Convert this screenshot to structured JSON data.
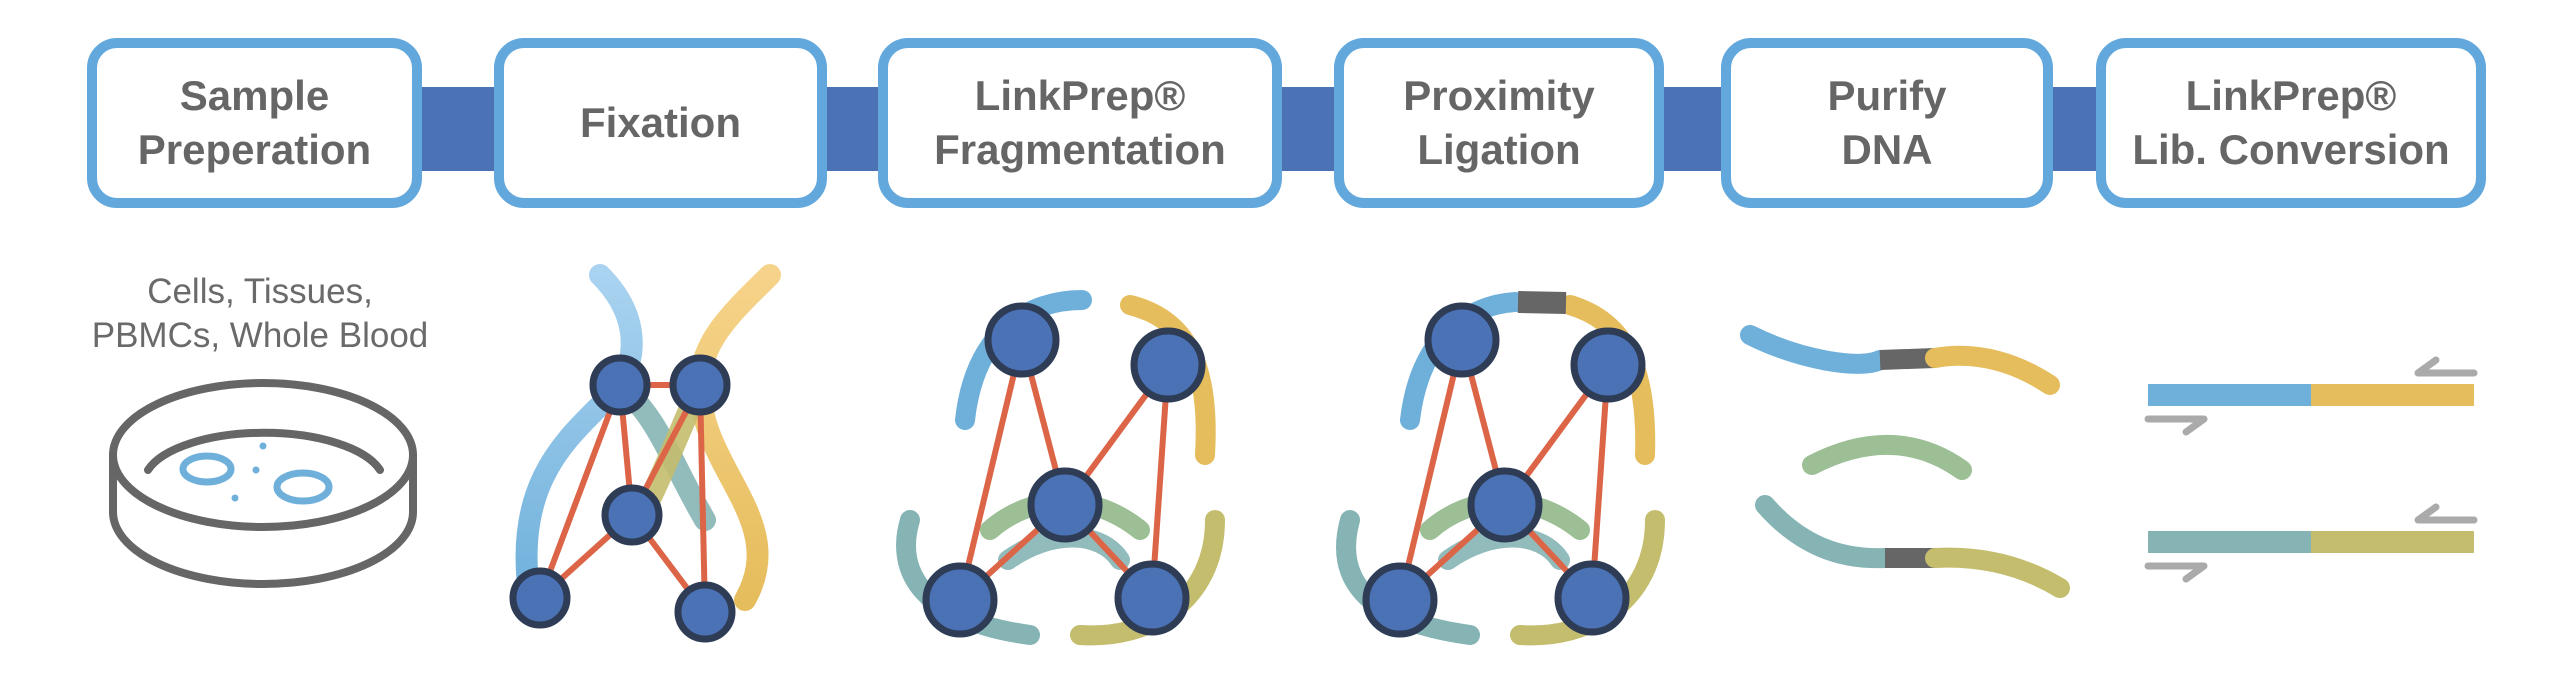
{
  "steps": [
    {
      "label": "Sample\nPreperation"
    },
    {
      "label": "Fixation"
    },
    {
      "label": "LinkPrep®\nFragmentation"
    },
    {
      "label": "Proximity\nLigation"
    },
    {
      "label": "Purify\nDNA"
    },
    {
      "label": "LinkPrep®\nLib. Conversion"
    }
  ],
  "sample_caption": "Cells, Tissues,\nPBMCs, Whole Blood",
  "colors": {
    "step_border": "#62a8dc",
    "connector": "#4a72b4",
    "step_text": "#666666",
    "node_fill": "#4a72b4",
    "node_stroke": "#2e3c56",
    "link": "#dc6548",
    "strand_blue": "#6fb0db",
    "strand_yellow": "#e6bd5c",
    "strand_teal": "#86b4b4",
    "strand_green": "#9cbf96",
    "strand_olive": "#c4bd6e",
    "junction": "#666666",
    "primer_arrow": "#aaaaaa",
    "dish": "#666666"
  }
}
